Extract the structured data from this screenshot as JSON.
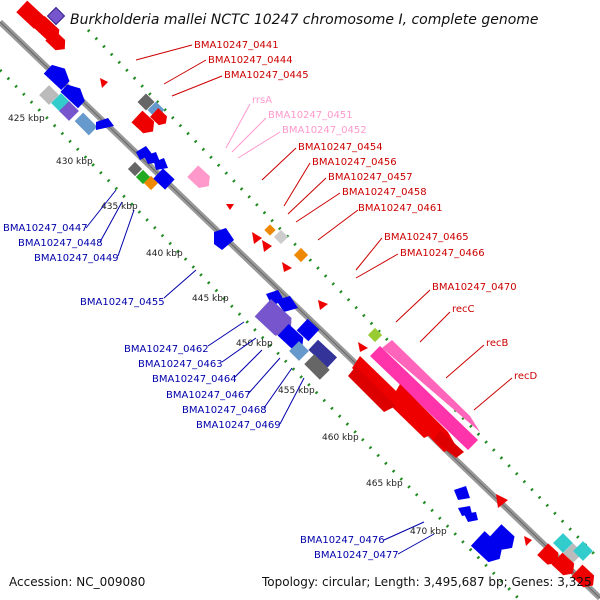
{
  "title": "Burkholderia mallei NCTC 10247 chromosome I, complete genome",
  "footer": {
    "accession": "Accession: NC_009080",
    "topology": "Topology: circular; Length: 3,495,687 bp; Genes: 3,325"
  },
  "colors": {
    "backbone": "#999999",
    "forward_gene": "#ff0000",
    "reverse_gene": "#0000ee",
    "rrna_label": "#ff99cc",
    "tick_dots": "#228b22",
    "recBD": "#ff33aa",
    "legend_square": "#7755cc"
  },
  "scale": {
    "unit": "kbp",
    "ticks": [
      "425 kbp",
      "430 kbp",
      "435 kbp",
      "440 kbp",
      "445 kbp",
      "450 kbp",
      "455 kbp",
      "460 kbp",
      "465 kbp",
      "470 kbp"
    ]
  },
  "labels": {
    "forward": [
      "BMA10247_0441",
      "BMA10247_0444",
      "BMA10247_0445",
      "BMA10247_0454",
      "BMA10247_0456",
      "BMA10247_0457",
      "BMA10247_0458",
      "BMA10247_0461",
      "BMA10247_0465",
      "BMA10247_0466",
      "BMA10247_0470",
      "recC",
      "recB",
      "recD"
    ],
    "rna": [
      "rrsA",
      "BMA10247_0451",
      "BMA10247_0452"
    ],
    "reverse": [
      "BMA10247_0447",
      "BMA10247_0448",
      "BMA10247_0449",
      "BMA10247_0455",
      "BMA10247_0462",
      "BMA10247_0463",
      "BMA10247_0464",
      "BMA10247_0467",
      "BMA10247_0468",
      "BMA10247_0469",
      "BMA10247_0476",
      "BMA10247_0477"
    ]
  }
}
